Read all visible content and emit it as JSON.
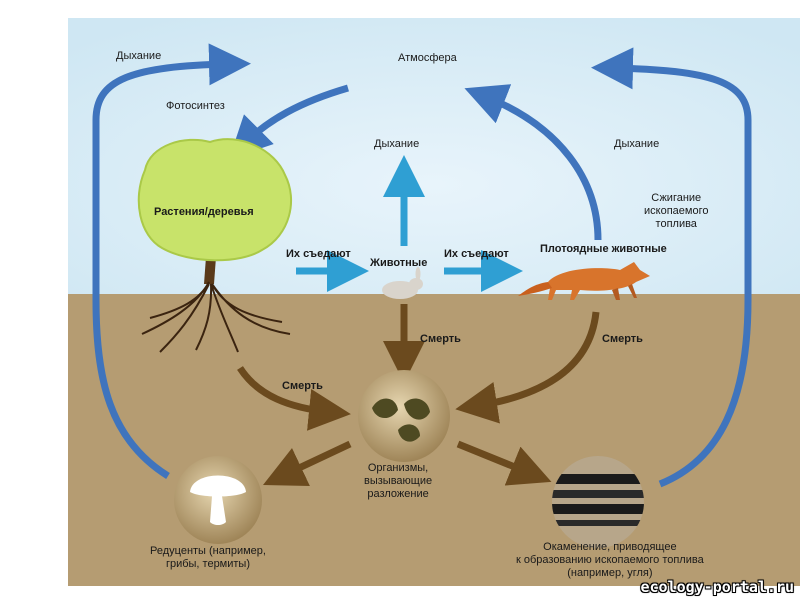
{
  "labels": {
    "atmosphere": "Атмосфера",
    "respiration_left": "Дыхание",
    "photosynthesis": "Фотосинтез",
    "respiration_center": "Дыхание",
    "respiration_right": "Дыхание",
    "fuel_burning": "Сжигание\nископаемого\nтоплива",
    "plants": "Растения/деревья",
    "eaten_1": "Их съедают",
    "animals": "Животные",
    "eaten_2": "Их съедают",
    "carnivores": "Плотоядные животные",
    "death_left": "Смерть",
    "death_center": "Смерть",
    "death_right": "Смерть",
    "decomposers_organisms": "Организмы,\nвызывающие\nразложение",
    "reducers": "Редуценты (например,\nгрибы, термиты)",
    "fossilization": "Окаменение, приводящее\nк образованию ископаемого топлива\n(например, угля)"
  },
  "watermark": "ecology-portal.ru",
  "colors": {
    "sky": "#d7ecf6",
    "soil": "#b59c72",
    "blue_arrow": "#3f74bd",
    "cyan_arrow": "#2f9fd3",
    "brown_arrow": "#6b4a1e",
    "tree_crown": "#c8e36a"
  }
}
